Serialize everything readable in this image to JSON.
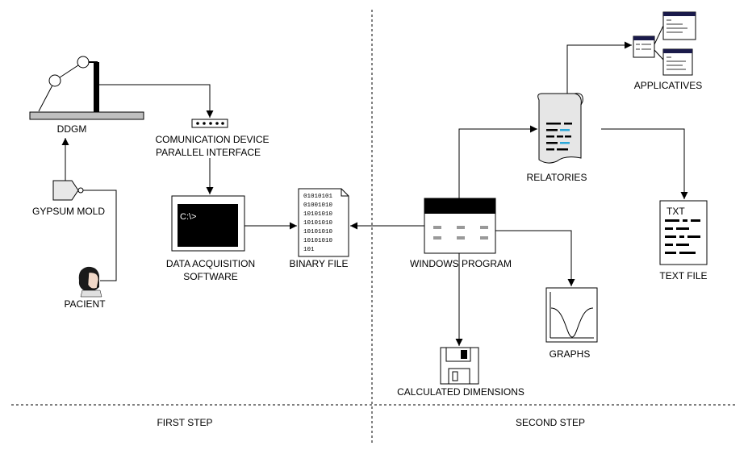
{
  "labels": {
    "ddgm": "DDGM",
    "gypsum_mold": "GYPSUM MOLD",
    "pacient": "PACIENT",
    "comm_device_line1": "COMUNICATION DEVICE",
    "comm_device_line2": "PARALLEL INTERFACE",
    "data_acq_line1": "DATA ACQUISITION",
    "data_acq_line2": "SOFTWARE",
    "binary_file": "BINARY FILE",
    "windows_program": "WINDOWS PROGRAM",
    "relatories": "RELATORIES",
    "applicatives": "APPLICATIVES",
    "text_file": "TEXT FILE",
    "graphs": "GRAPHS",
    "calculated_dimensions": "CALCULATED DIMENSIONS",
    "first_step": "FIRST STEP",
    "second_step": "SECOND STEP"
  },
  "screen_prompt": "C:\\>",
  "binary_lines": [
    "01010101",
    "01001010",
    "10101010",
    "10101010",
    "10101010",
    "10101010",
    "101"
  ],
  "txt_header": "TXT",
  "colors": {
    "accent": "#2aa7d8",
    "stroke": "#000000"
  }
}
